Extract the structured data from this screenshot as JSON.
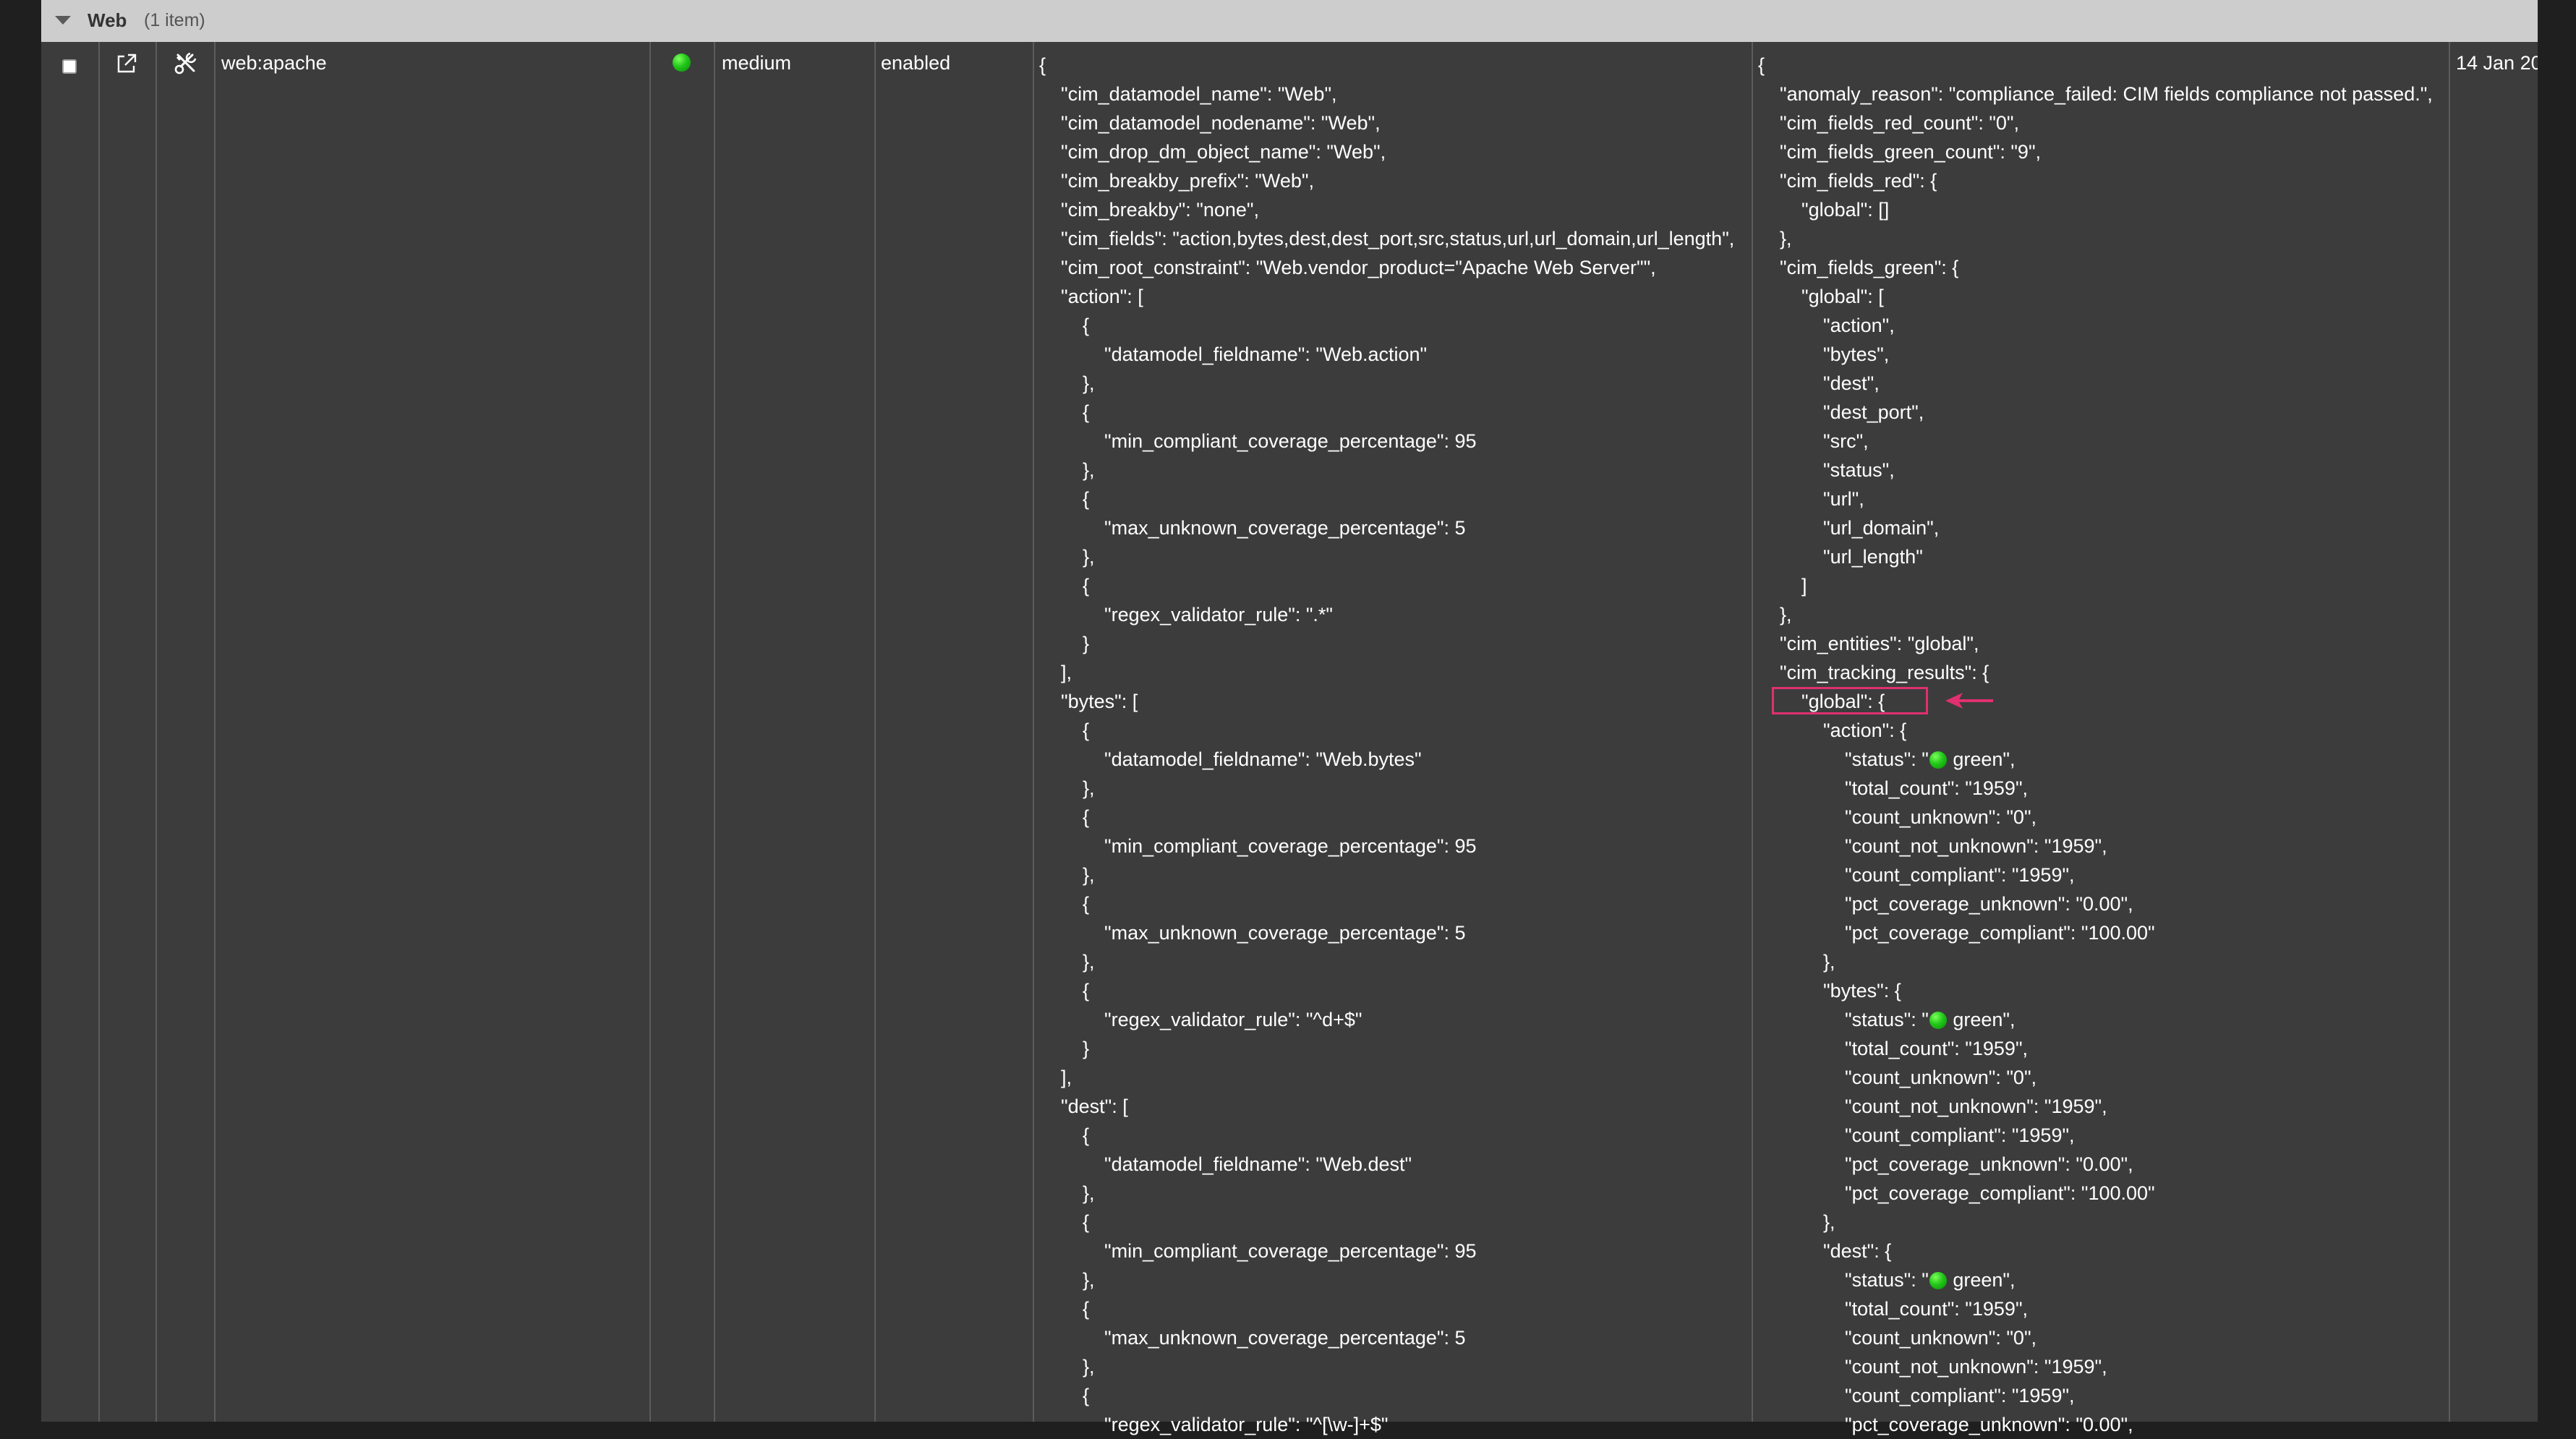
{
  "group": {
    "name": "Web",
    "count": "(1 item)"
  },
  "row": {
    "name": "web:apache",
    "priority": "medium",
    "state": "enabled",
    "date": "14 Jan 20",
    "status_color": "#22c81a"
  },
  "icons": {
    "expand": "chevron-down-icon",
    "open": "external-link-icon",
    "edit": "tools-icon",
    "status": "green-dot-icon"
  },
  "annotation": {
    "color": "#e0306f"
  },
  "json_left": [
    "{",
    "    \"cim_datamodel_name\": \"Web\",",
    "    \"cim_datamodel_nodename\": \"Web\",",
    "    \"cim_drop_dm_object_name\": \"Web\",",
    "    \"cim_breakby_prefix\": \"Web\",",
    "    \"cim_breakby\": \"none\",",
    "    \"cim_fields\": \"action,bytes,dest,dest_port,src,status,url,url_domain,url_length\",",
    "    \"cim_root_constraint\": \"Web.vendor_product=\"Apache Web Server\"\",",
    "    \"action\": [",
    "        {",
    "            \"datamodel_fieldname\": \"Web.action\"",
    "        },",
    "        {",
    "            \"min_compliant_coverage_percentage\": 95",
    "        },",
    "        {",
    "            \"max_unknown_coverage_percentage\": 5",
    "        },",
    "        {",
    "            \"regex_validator_rule\": \".*\"",
    "        }",
    "    ],",
    "    \"bytes\": [",
    "        {",
    "            \"datamodel_fieldname\": \"Web.bytes\"",
    "        },",
    "        {",
    "            \"min_compliant_coverage_percentage\": 95",
    "        },",
    "        {",
    "            \"max_unknown_coverage_percentage\": 5",
    "        },",
    "        {",
    "            \"regex_validator_rule\": \"^d+$\"",
    "        }",
    "    ],",
    "    \"dest\": [",
    "        {",
    "            \"datamodel_fieldname\": \"Web.dest\"",
    "        },",
    "        {",
    "            \"min_compliant_coverage_percentage\": 95",
    "        },",
    "        {",
    "            \"max_unknown_coverage_percentage\": 5",
    "        },",
    "        {",
    "            \"regex_validator_rule\": \"^[\\w-]+$\""
  ],
  "json_right": [
    "{",
    "    \"anomaly_reason\": \"compliance_failed: CIM fields compliance not passed.\",",
    "    \"cim_fields_red_count\": \"0\",",
    "    \"cim_fields_green_count\": \"9\",",
    "    \"cim_fields_red\": {",
    "        \"global\": []",
    "    },",
    "    \"cim_fields_green\": {",
    "        \"global\": [",
    "            \"action\",",
    "            \"bytes\",",
    "            \"dest\",",
    "            \"dest_port\",",
    "            \"src\",",
    "            \"status\",",
    "            \"url\",",
    "            \"url_domain\",",
    "            \"url_length\"",
    "        ]",
    "    },",
    "    \"cim_entities\": \"global\",",
    "    \"cim_tracking_results\": {",
    "        \"global\": {",
    "            \"action\": {",
    "                \"status\": \"● green\",",
    "                \"total_count\": \"1959\",",
    "                \"count_unknown\": \"0\",",
    "                \"count_not_unknown\": \"1959\",",
    "                \"count_compliant\": \"1959\",",
    "                \"pct_coverage_unknown\": \"0.00\",",
    "                \"pct_coverage_compliant\": \"100.00\"",
    "            },",
    "            \"bytes\": {",
    "                \"status\": \"● green\",",
    "                \"total_count\": \"1959\",",
    "                \"count_unknown\": \"0\",",
    "                \"count_not_unknown\": \"1959\",",
    "                \"count_compliant\": \"1959\",",
    "                \"pct_coverage_unknown\": \"0.00\",",
    "                \"pct_coverage_compliant\": \"100.00\"",
    "            },",
    "            \"dest\": {",
    "                \"status\": \"● green\",",
    "                \"total_count\": \"1959\",",
    "                \"count_unknown\": \"0\",",
    "                \"count_not_unknown\": \"1959\",",
    "                \"count_compliant\": \"1959\",",
    "                \"pct_coverage_unknown\": \"0.00\","
  ]
}
